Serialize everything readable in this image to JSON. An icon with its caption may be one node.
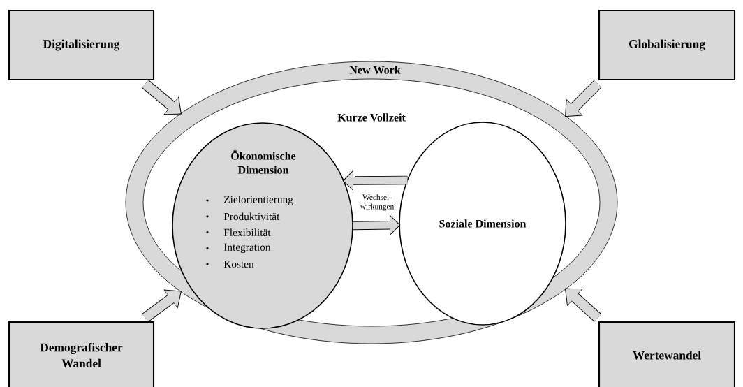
{
  "diagram": {
    "nodes": [
      {
        "text": [
          "Digitalisierung"
        ]
      },
      {
        "text": [
          "Globalisierung"
        ]
      },
      {
        "text": [
          "New Work"
        ]
      },
      {
        "text": [
          "Kurze Vollzeit"
        ],
        "in": 2
      },
      {
        "text": [
          "Ökonomische Dimension",
          "Zielorientierung",
          "Produktivität",
          "Flexibilität",
          "Integration",
          "Kosten"
        ],
        "in": 3
      },
      {
        "text": [
          "Soziale Dimension"
        ],
        "in": 3
      },
      {
        "text": [
          "Demografischer Wandel"
        ]
      },
      {
        "text": [
          "Wertewandel"
        ]
      }
    ],
    "edges": [
      {
        "from": 0,
        "to": 2,
        "arrow": "to"
      },
      {
        "from": 1,
        "to": 2,
        "arrow": "to"
      },
      {
        "from": 6,
        "to": 2,
        "arrow": "to"
      },
      {
        "from": 7,
        "to": 2,
        "arrow": "to"
      },
      {
        "from": 5,
        "to": 4,
        "arrow": "to"
      },
      {
        "from": 4,
        "to": 5,
        "arrow": "to"
      }
    ],
    "labels": [
      "Wechsel-wirkungen"
    ]
  }
}
